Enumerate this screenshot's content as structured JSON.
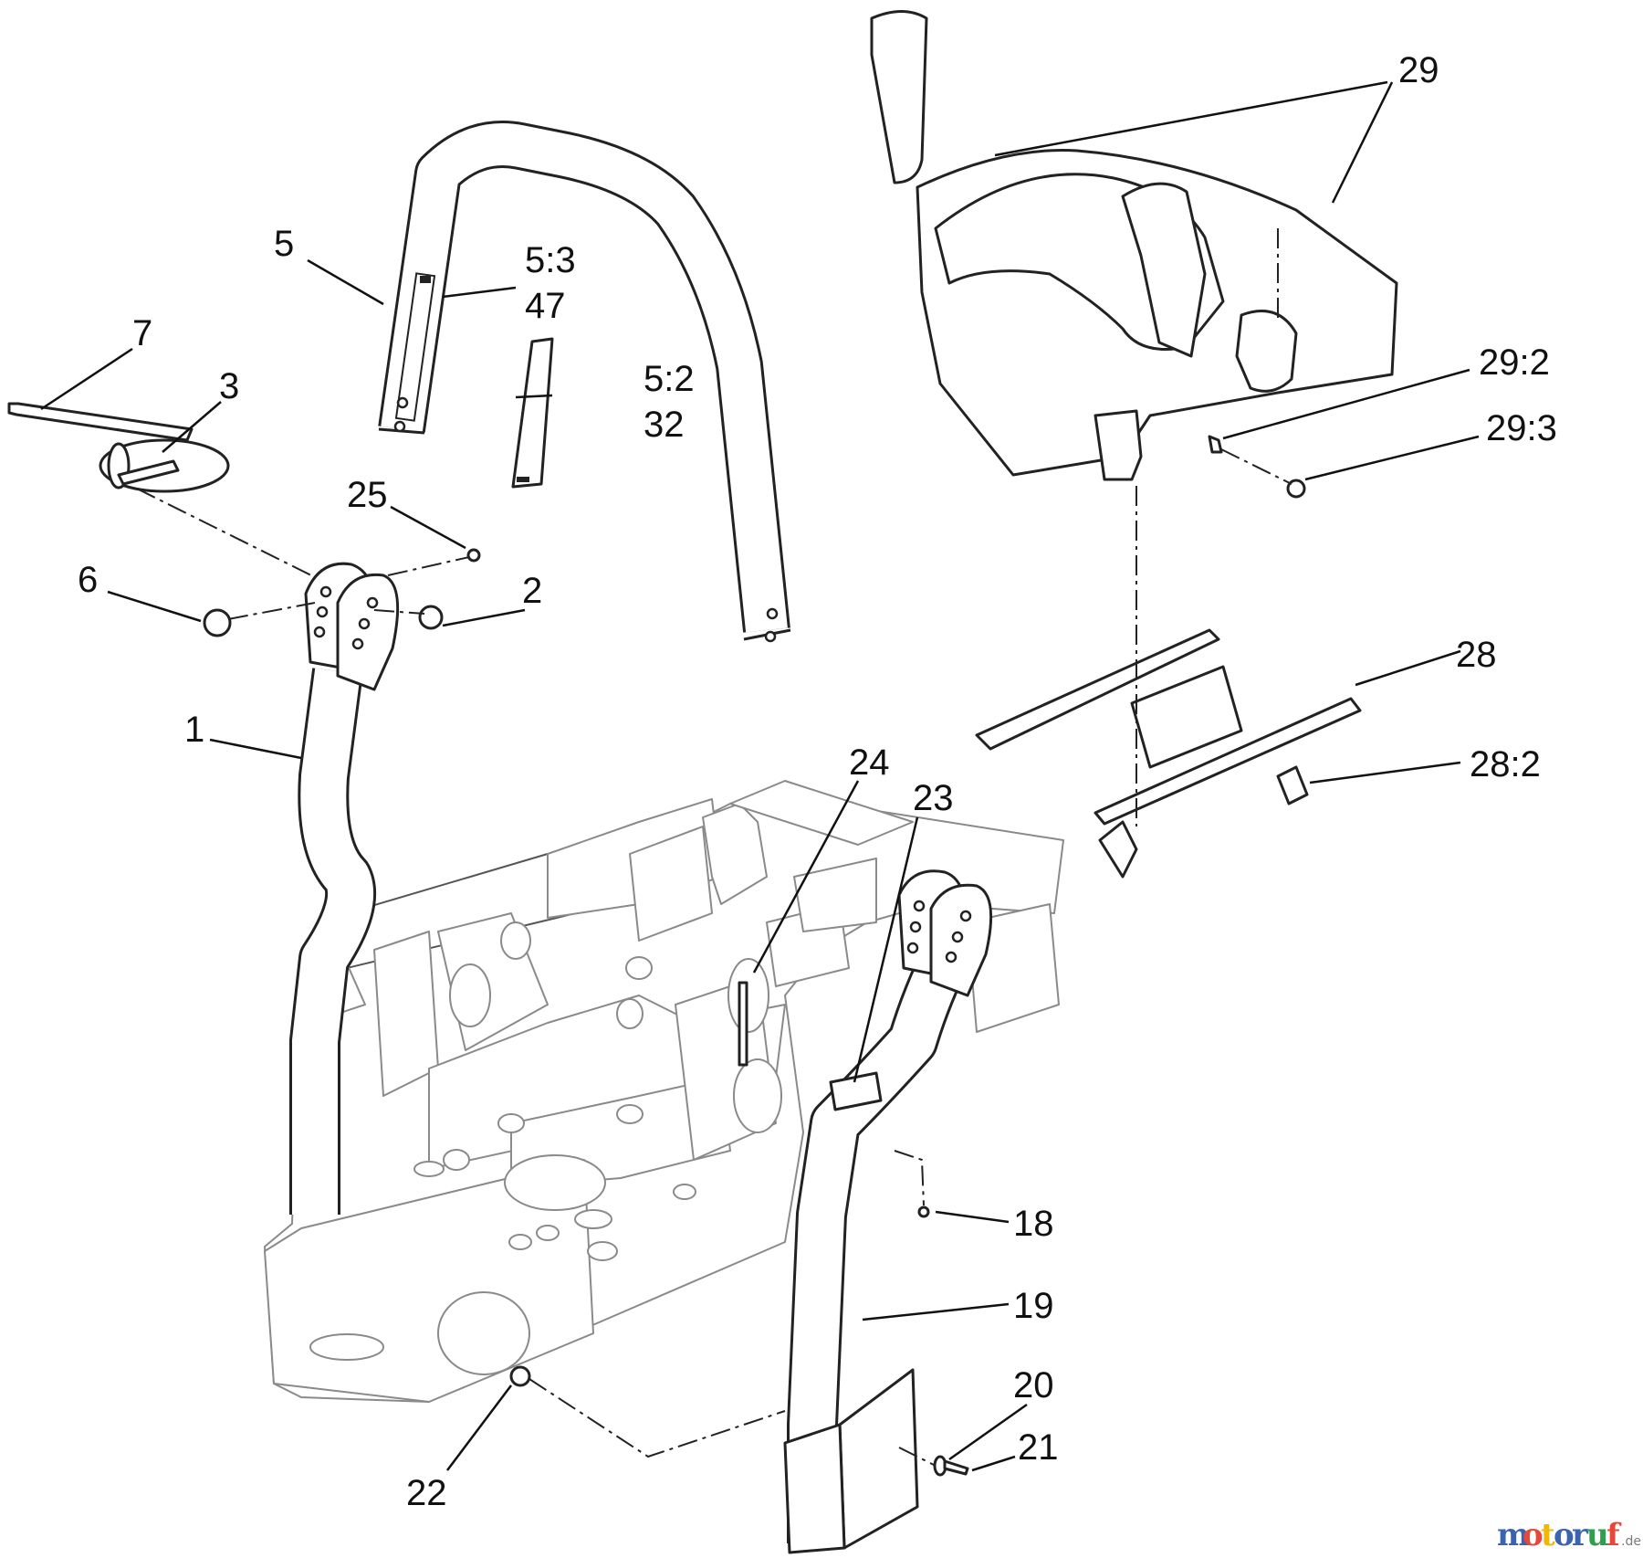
{
  "callouts": {
    "c1": "1",
    "c2": "2",
    "c3": "3",
    "c5": "5",
    "c5_3": "5:3",
    "c47": "47",
    "c5_2": "5:2",
    "c32": "32",
    "c6": "6",
    "c7": "7",
    "c18": "18",
    "c19": "19",
    "c20": "20",
    "c21": "21",
    "c22": "22",
    "c23": "23",
    "c24": "24",
    "c25": "25",
    "c28": "28",
    "c28_2": "28:2",
    "c29": "29",
    "c29_2": "29:2",
    "c29_3": "29:3"
  },
  "watermark": {
    "brand": "motoruf",
    "tld": ".de",
    "colors": {
      "m": "#3a64b0",
      "o": "#e8483b",
      "t": "#f2b705",
      "r": "#3a64b0",
      "u": "#2f9e4f",
      "f": "#e8483b"
    }
  }
}
